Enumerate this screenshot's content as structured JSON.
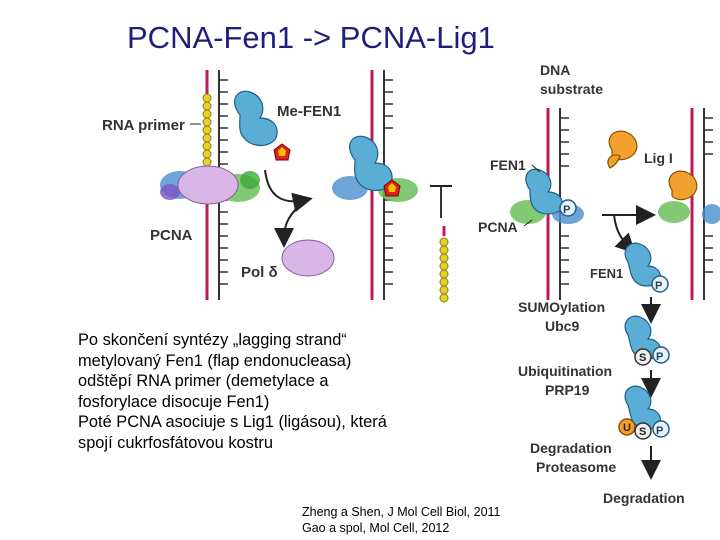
{
  "title": "PCNA-Fen1 -> PCNA-Lig1",
  "figure": {
    "left_panel": {
      "rna_primer": "RNA primer",
      "me_fen1": "Me-FEN1",
      "pcna": "PCNA",
      "pol_delta": "Pol δ"
    },
    "right_panel": {
      "dna_substrate_line1": "DNA",
      "dna_substrate_line2": "substrate",
      "fen1": "FEN1",
      "lig1": "Lig I",
      "pcna": "PCNA",
      "fen1_released": "FEN1",
      "phospho": "P",
      "sumo": "S",
      "ubiquitin": "U",
      "step_sumoylation": "SUMOylation",
      "step_ubc9": "Ubc9",
      "step_ubiquitination": "Ubiquitination",
      "step_prp19": "PRP19",
      "step_degradation": "Degradation",
      "step_proteasome": "Proteasome",
      "final_degradation": "Degradation"
    },
    "colors": {
      "dna_strand": "#c2185b",
      "primer_bead": "#e6d22c",
      "pcna_purple": "#d9b6e8",
      "fen1_blue": "#5aaed6",
      "lig1_orange": "#f2a030",
      "methyl_red": "#e02020",
      "label_dark": "#333333"
    }
  },
  "body_text": {
    "line1": "Po skončení syntézy „lagging strand“",
    "line2": "metylovaný Fen1 (flap endonucleasa)",
    "line3": "odštěpí RNA primer (demetylace a",
    "line4": "fosforylace disocuje Fen1)",
    "line5": "Poté PCNA asociuje s Lig1 (ligásou), která",
    "line6": "spojí cukrfosfátovou kostru"
  },
  "references": {
    "line1": "Zheng a Shen, J Mol Cell Biol, 2011",
    "line2": "Gao a spol, Mol Cell, 2012"
  }
}
